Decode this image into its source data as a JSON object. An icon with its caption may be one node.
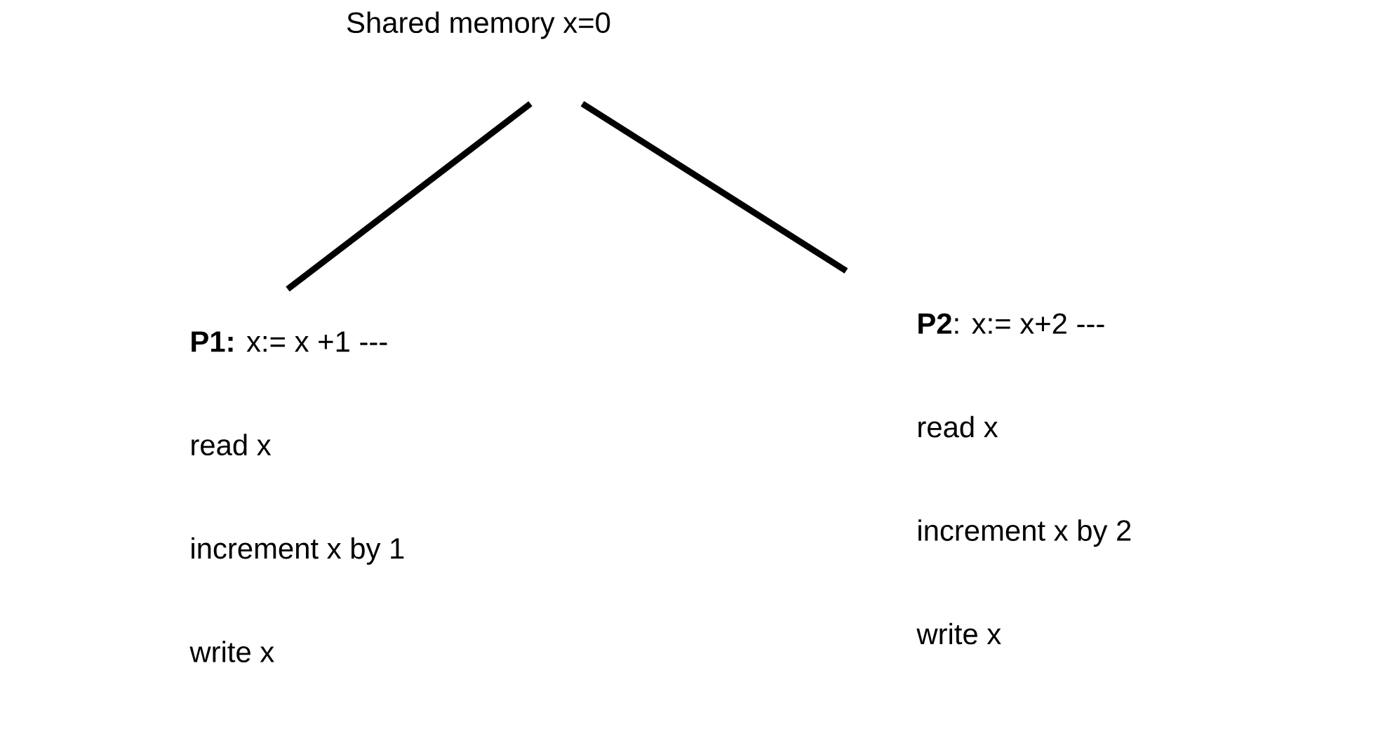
{
  "diagram": {
    "nodes": [
      {
        "text": [
          "Shared memory x=0"
        ]
      },
      {
        "text": [
          "**P1:** x:= x +1 ---",
          "read x",
          "increment x by 1",
          "write x"
        ]
      },
      {
        "text": [
          "**P2**: x:= x+2 ---",
          "read x",
          "increment x by 2",
          "write x"
        ]
      }
    ],
    "edges": [
      {
        "from": 0,
        "to": 1,
        "arrow": "none"
      },
      {
        "from": 0,
        "to": 2,
        "arrow": "none"
      }
    ]
  }
}
